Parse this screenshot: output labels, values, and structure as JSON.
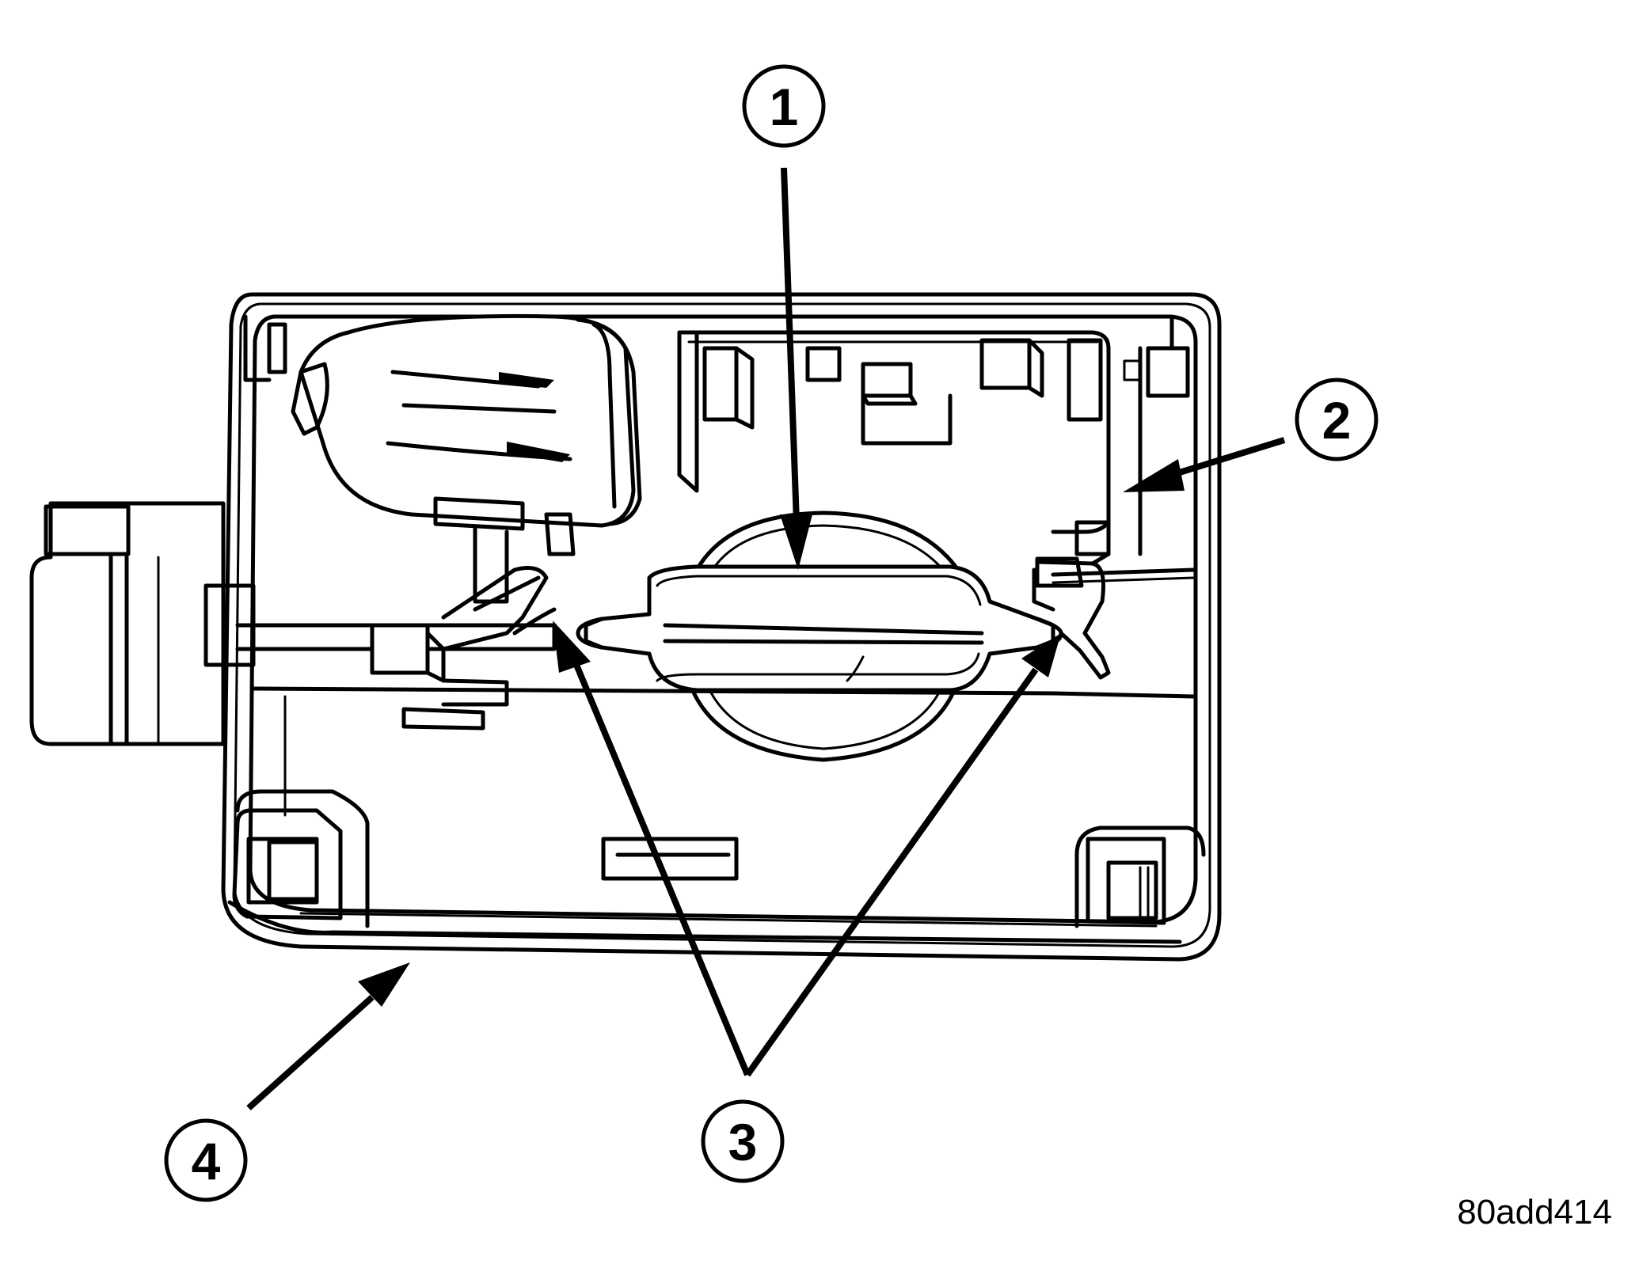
{
  "callouts": [
    {
      "id": "callout-1",
      "label": "1"
    },
    {
      "id": "callout-2",
      "label": "2"
    },
    {
      "id": "callout-3",
      "label": "3"
    },
    {
      "id": "callout-4",
      "label": "4"
    }
  ],
  "figure_code": "80add414"
}
